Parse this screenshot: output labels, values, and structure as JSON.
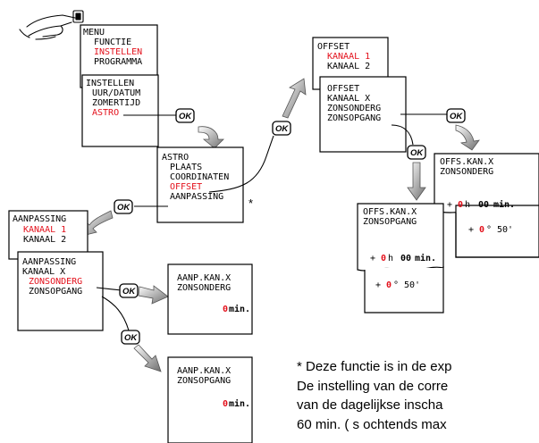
{
  "menu": {
    "title": "MENU",
    "items": [
      "FUNCTIE",
      "INSTELLEN",
      "PROGRAMMA"
    ],
    "highlight_color": "#e3101b"
  },
  "instellen": {
    "title": "INSTELLEN",
    "items": [
      "UUR/DATUM",
      "ZOMERTIJD",
      "ASTRO"
    ]
  },
  "astro": {
    "title": "ASTRO",
    "items": [
      "PLAATS",
      "COORDINATEN",
      "OFFSET",
      "AANPASSING"
    ],
    "asterisk": "*"
  },
  "offset_channel": {
    "title": "OFFSET",
    "items": [
      "KANAAL 1",
      "KANAAL 2"
    ]
  },
  "offset_select": {
    "title": "OFFSET",
    "items": [
      "KANAAL X",
      "ZONSONDERG",
      "ZONSOPGANG"
    ]
  },
  "offs_back": {
    "line1": "OFFS.KAN.X",
    "line2": "ZONSONDERG",
    "hours_digit": "0",
    "hours_unit": "h",
    "minutes": "00",
    "minutes_unit": "min.",
    "deg_digit": "0",
    "deg_unit": "°",
    "arcmin": "50'"
  },
  "offs_front": {
    "line1": "OFFS.KAN.X",
    "line2": "ZONSOPGANG",
    "hours_digit": "0",
    "hours_unit": "h",
    "minutes": "00",
    "minutes_unit": "min.",
    "deg_digit": "0",
    "deg_unit": "°",
    "arcmin": "50'"
  },
  "aanpassing_channel": {
    "title": "AANPASSING",
    "items": [
      "KANAAL 1",
      "KANAAL 2"
    ]
  },
  "aanpassing_select": {
    "title": "AANPASSING",
    "items": [
      "KANAAL X",
      "ZONSONDERG",
      "ZONSOPGANG"
    ]
  },
  "aanp_onderg": {
    "line1": "AANP.KAN.X",
    "line2": "ZONSONDERG",
    "value": "0",
    "unit": "min."
  },
  "aanp_opgang": {
    "line1": "AANP.KAN.X",
    "line2": "ZONSOPGANG",
    "value": "0",
    "unit": "min."
  },
  "ok_label": "OK",
  "note": {
    "line1": "* Deze functie is in de exp",
    "line2": "De instelling van de corre",
    "line3": "van de dagelijkse inscha",
    "line4": "60 min. ( s ochtends max"
  }
}
